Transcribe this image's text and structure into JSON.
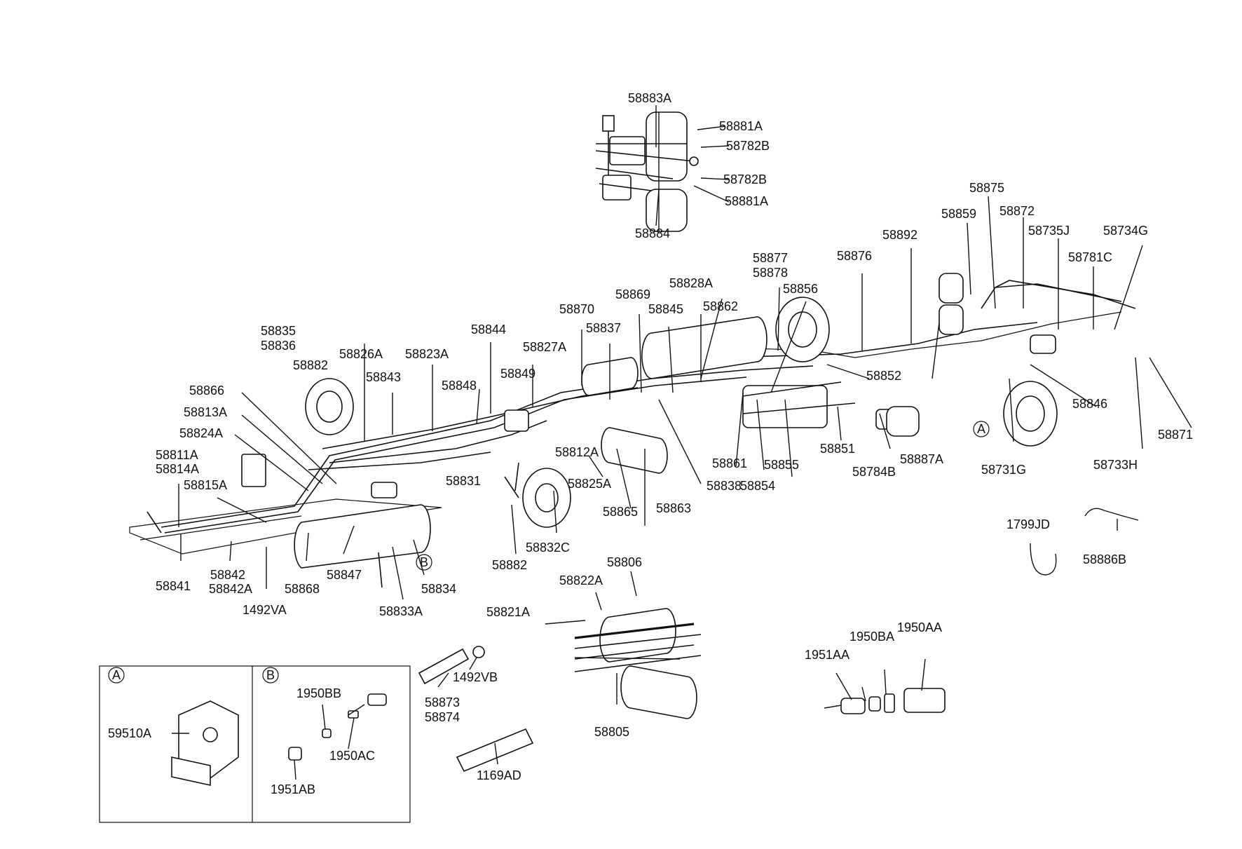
{
  "labels": {
    "l58883A": "58883A",
    "l58881A_a": "58881A",
    "l58782B_a": "58782B",
    "l58782B_b": "58782B",
    "l58881A_b": "58881A",
    "l58884": "58884",
    "l58875": "58875",
    "l58859": "58859",
    "l58872": "58872",
    "l58735J": "58735J",
    "l58734G": "58734G",
    "l58892": "58892",
    "l58781C": "58781C",
    "l58877": "58877",
    "l58878": "58878",
    "l58876": "58876",
    "l58856": "58856",
    "l58828A": "58828A",
    "l58862": "58862",
    "l58869": "58869",
    "l58845": "58845",
    "l58870": "58870",
    "l58837": "58837",
    "l58844": "58844",
    "l58827A": "58827A",
    "l58835": "58835",
    "l58836": "58836",
    "l58826A": "58826A",
    "l58823A": "58823A",
    "l58882_a": "58882",
    "l58843": "58843",
    "l58849": "58849",
    "l58848": "58848",
    "l58866": "58866",
    "l58852": "58852",
    "l58813A": "58813A",
    "l58824A": "58824A",
    "l58811A": "58811A",
    "l58814A": "58814A",
    "l58815A": "58815A",
    "l58812A": "58812A",
    "l58831": "58831",
    "l58825A": "58825A",
    "l58865": "58865",
    "l58863": "58863",
    "l58838": "58838",
    "l58861": "58861",
    "l58855": "58855",
    "l58854": "58854",
    "l58851": "58851",
    "l58784B": "58784B",
    "l58887A": "58887A",
    "l58846": "58846",
    "l58731G": "58731G",
    "l58733H": "58733H",
    "l58871": "58871",
    "l58832C": "58832C",
    "l58882_b": "58882",
    "l58841": "58841",
    "l58842": "58842",
    "l58842A": "58842A",
    "l1492VA": "1492VA",
    "l58868": "58868",
    "l58847": "58847",
    "l58834": "58834",
    "l58833A": "58833A",
    "l1799JD": "1799JD",
    "l58886B": "58886B",
    "l58806": "58806",
    "l58822A": "58822A",
    "l58821A": "58821A",
    "l58805": "58805",
    "l1492VB": "1492VB",
    "l58873": "58873",
    "l58874": "58874",
    "l1169AD": "1169AD",
    "l1951AA": "1951AA",
    "l1950BA": "1950BA",
    "l1950AA": "1950AA",
    "l59510A": "59510A",
    "l1950BB": "1950BB",
    "l1950AC": "1950AC",
    "l1951AB": "1951AB"
  },
  "markers": {
    "A_callout": "A",
    "B_callout": "B",
    "A_box": "A",
    "B_box": "B"
  }
}
